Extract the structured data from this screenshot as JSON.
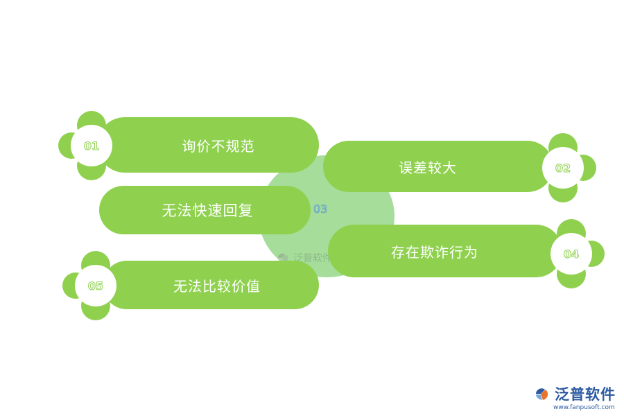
{
  "diagram": {
    "center_label": "03",
    "items": [
      {
        "number": "01",
        "label": "询价不规范"
      },
      {
        "number": "02",
        "label": "误差较大"
      },
      {
        "number": "03",
        "label": "无法快速回复"
      },
      {
        "number": "04",
        "label": "存在欺诈行为"
      },
      {
        "number": "05",
        "label": "无法比较价值"
      }
    ]
  },
  "watermark": {
    "center_text": "泛普软件"
  },
  "brand": {
    "name": "泛普软件",
    "url": "www.fanpusoft.com",
    "logo_icon": "fanpu-logo-icon"
  },
  "colors": {
    "pill": "#8fd14f",
    "center_circle": "#a6dd9a",
    "brand_blue": "#2c5aa0",
    "brand_orange": "#e8732a"
  }
}
